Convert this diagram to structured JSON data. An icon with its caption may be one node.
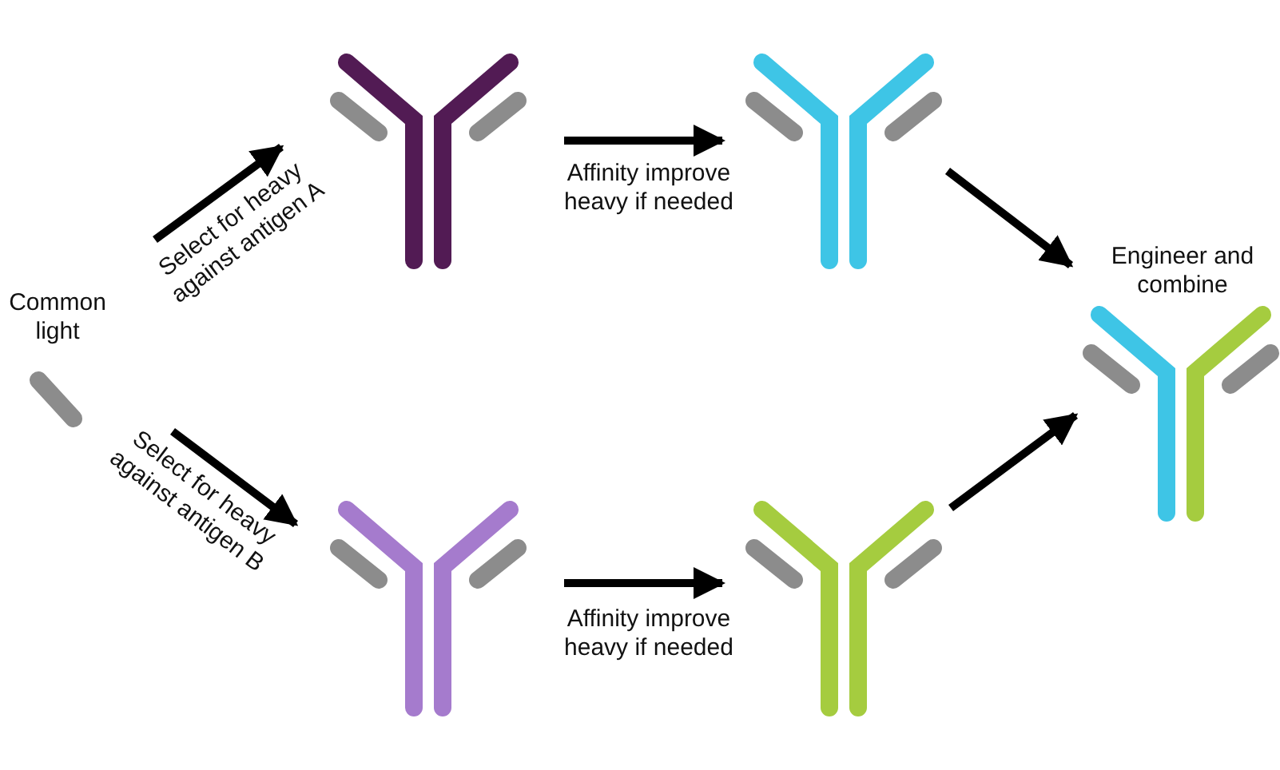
{
  "diagram": {
    "nodes": [
      {
        "text": [],
        "shape": "bar",
        "beside": [
          "Common light"
        ]
      },
      {
        "text": [],
        "shape": "antibody"
      },
      {
        "text": [],
        "shape": "antibody"
      },
      {
        "text": [],
        "shape": "antibody"
      },
      {
        "text": [],
        "shape": "antibody"
      },
      {
        "text": [],
        "shape": "antibody",
        "beside": [
          "Engineer and combine"
        ]
      }
    ],
    "edges": [
      {
        "from": 0,
        "to": 1,
        "arrow": "to",
        "label": "Select for heavy against antigen A"
      },
      {
        "from": 0,
        "to": 2,
        "arrow": "to",
        "label": "Select for heavy against antigen B"
      },
      {
        "from": 1,
        "to": 3,
        "arrow": "to",
        "label": "Affinity improve heavy if needed"
      },
      {
        "from": 2,
        "to": 4,
        "arrow": "to",
        "label": "Affinity improve heavy if needed"
      },
      {
        "from": 3,
        "to": 5,
        "arrow": "to"
      },
      {
        "from": 4,
        "to": 5,
        "arrow": "to"
      }
    ]
  }
}
